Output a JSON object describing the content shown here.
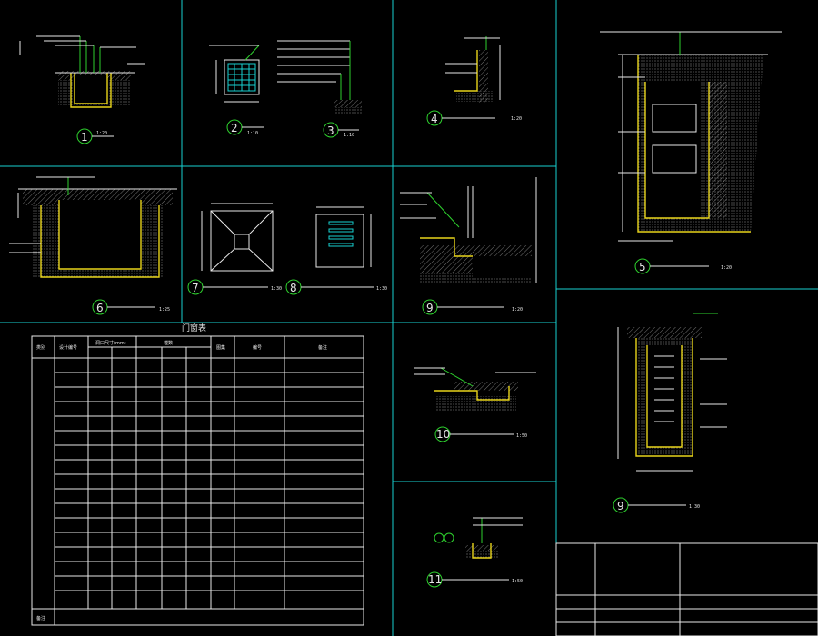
{
  "colors": {
    "background": "#000000",
    "frame": "#17d1d1",
    "wall": "#e8d41a",
    "leader": "#2ed12e",
    "text": "#e6e6e6"
  },
  "details": [
    {
      "num": "1",
      "scale": "1:20"
    },
    {
      "num": "2",
      "scale": "1:10"
    },
    {
      "num": "3",
      "scale": "1:10"
    },
    {
      "num": "4",
      "scale": "1:20"
    },
    {
      "num": "5",
      "scale": "1:20"
    },
    {
      "num": "6",
      "scale": "1:25"
    },
    {
      "num": "7",
      "scale": "1:30"
    },
    {
      "num": "8",
      "scale": "1:30"
    },
    {
      "num": "9",
      "scale": "1:20"
    },
    {
      "num": "10",
      "scale": "1:50"
    },
    {
      "num": "9",
      "scale": "1:30"
    },
    {
      "num": "11",
      "scale": "1:50"
    }
  ],
  "door_table": {
    "title": "门窗表",
    "headers": [
      "类别",
      "设计编号",
      "洞口尺寸(mm)",
      "樘数",
      "图集",
      "编号",
      "备注"
    ],
    "notes_label": "备注"
  }
}
